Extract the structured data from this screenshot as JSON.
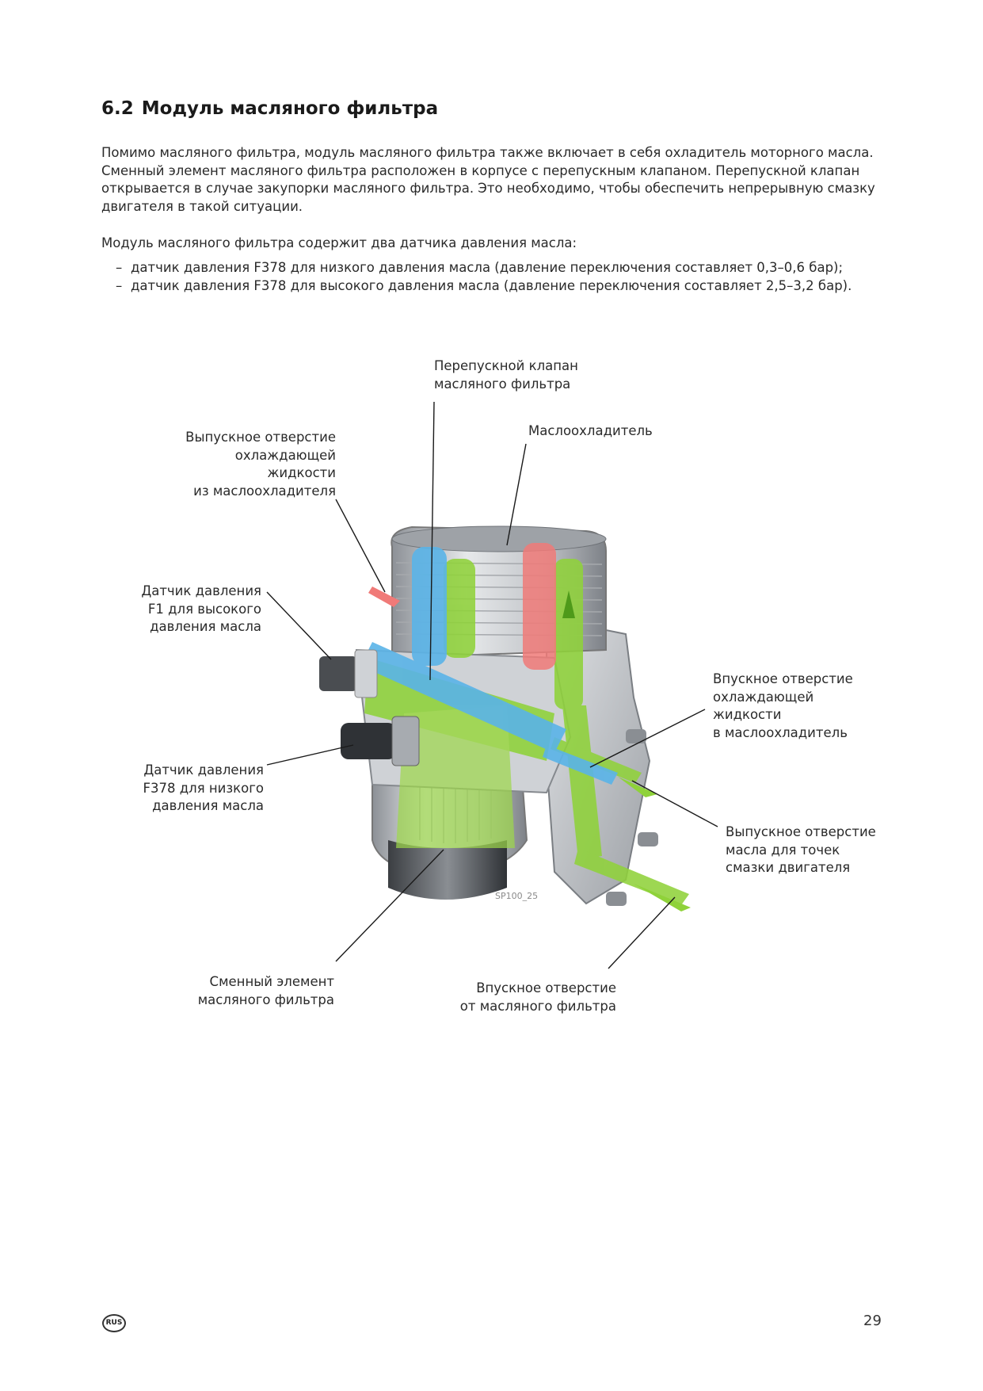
{
  "section": {
    "number": "6.2",
    "title": "Модуль масляного фильтра"
  },
  "paragraphs": [
    "Помимо масляного фильтра, модуль масляного фильтра также включает в себя охладитель моторного масла. Сменный элемент масляного фильтра расположен в корпусе с перепускным клапаном. Перепускной клапан открывается в случае закупорки масляного фильтра. Это необходимо, чтобы обеспечить непрерывную смазку двигателя в такой ситуации.",
    "Модуль масляного фильтра содержит два датчика давления масла:"
  ],
  "bullets": [
    "датчик давления F378 для низкого давления масла (давление переключения составляет 0,3–0,6 бар);",
    "датчик давления F378 для высокого давления масла (давление переключения составляет 2,5–3,2 бар)."
  ],
  "diagram": {
    "labels": {
      "bypass_valve": "Перепускной клапан\nмасляного фильтра",
      "oil_cooler": "Маслоохладитель",
      "coolant_outlet": "Выпускное отверстие\nохлаждающей\nжидкости\nиз маслоохладителя",
      "sensor_high": "Датчик давления\nF1 для высокого\nдавления масла",
      "coolant_inlet": "Впускное отверстие\nохлаждающей\nжидкости\nв маслоохладитель",
      "sensor_low": "Датчик давления\nF378 для низкого\nдавления масла",
      "oil_outlet": "Выпускное отверстие\nмасла для точек\nсмазки двигателя",
      "filter_element": "Сменный элемент\nмасляного фильтра",
      "oil_inlet": "Впускное отверстие\nот масляного фильтра"
    },
    "image_code": "SP100_25",
    "colors": {
      "coolant": "#5ab4e8",
      "oil_clean": "#8fd23a",
      "oil_hot": "#f07a78",
      "housing": "#b8bcc2"
    }
  },
  "footer": {
    "lang_badge": "RUS",
    "page_number": "29"
  }
}
